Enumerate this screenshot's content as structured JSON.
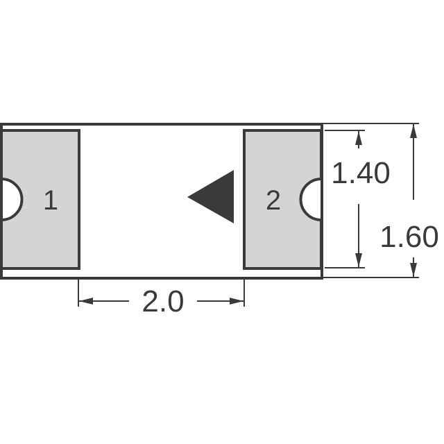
{
  "diagram": {
    "type": "SMD component package outline",
    "pads": [
      {
        "label": "1",
        "position": "left"
      },
      {
        "label": "2",
        "position": "right"
      }
    ],
    "polarity_marker": "triangle pointing left",
    "dimensions": {
      "pad_spacing": "2.0",
      "pad_height": "1.40",
      "body_height": "1.60"
    },
    "colors": {
      "outline": "#3a3a3c",
      "pad_fill": "#d4d3d5",
      "background": "#ffffff"
    }
  }
}
